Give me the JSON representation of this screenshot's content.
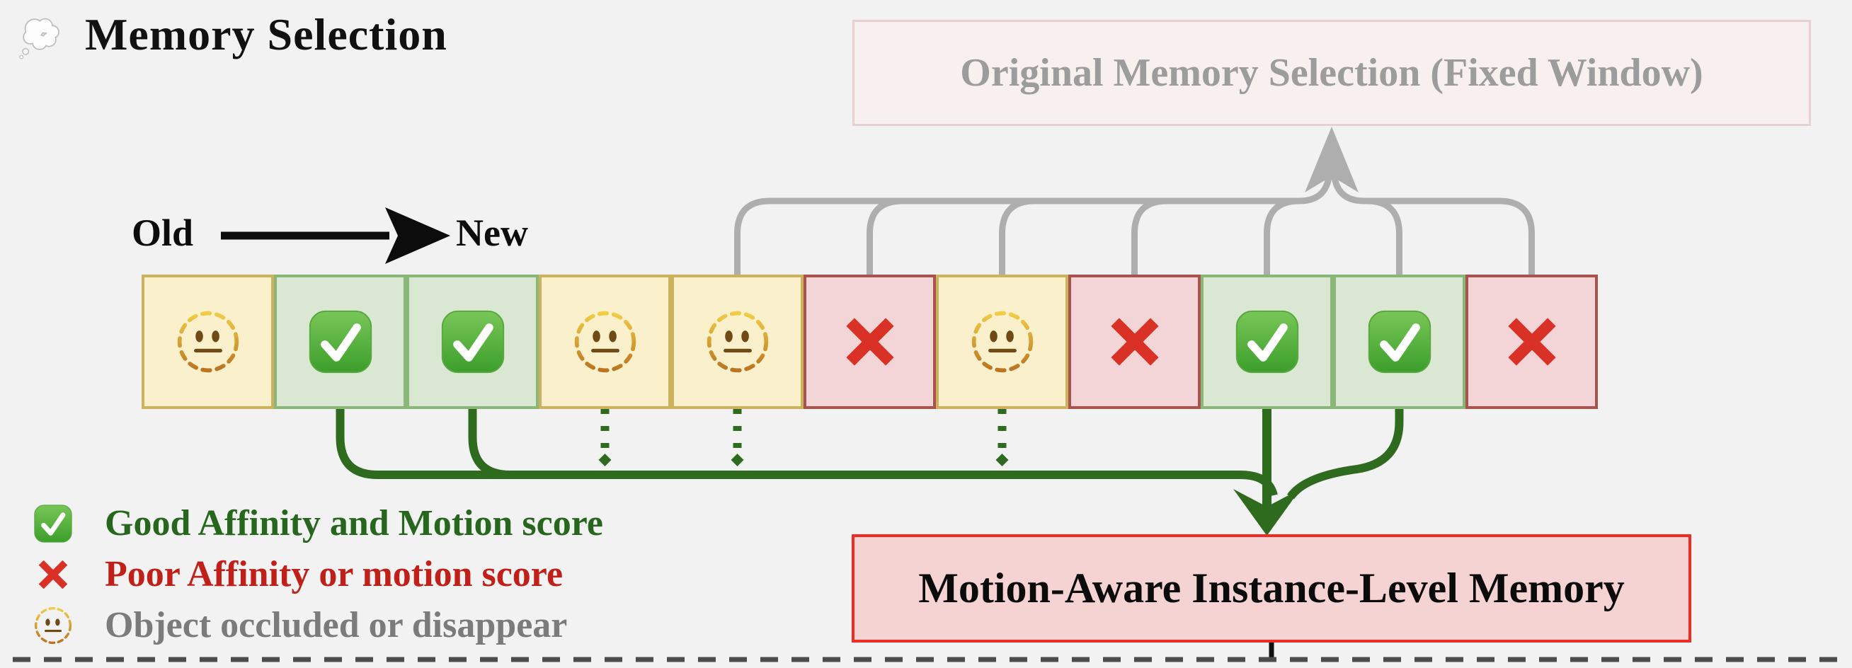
{
  "title": {
    "text": "Memory Selection",
    "icon": "thought-bubble-icon"
  },
  "fixed_window_box": {
    "label": "Original Memory Selection (Fixed Window)"
  },
  "timeline": {
    "old_label": "Old",
    "new_label": "New",
    "frames": [
      {
        "status": "occluded"
      },
      {
        "status": "good"
      },
      {
        "status": "good"
      },
      {
        "status": "occluded"
      },
      {
        "status": "occluded"
      },
      {
        "status": "poor"
      },
      {
        "status": "occluded"
      },
      {
        "status": "poor"
      },
      {
        "status": "good"
      },
      {
        "status": "good"
      },
      {
        "status": "poor"
      }
    ],
    "status_icons": {
      "good": "check-icon",
      "poor": "cross-icon",
      "occluded": "dashed-face-icon"
    }
  },
  "motion_memory_box": {
    "label": "Motion-Aware Instance-Level Memory"
  },
  "legend": {
    "items": [
      {
        "icon": "check-icon",
        "label": "Good Affinity and Motion score",
        "color": "#26671d"
      },
      {
        "icon": "cross-icon",
        "label": "Poor Affinity or motion score",
        "color": "#c1201a"
      },
      {
        "icon": "dashed-face-icon",
        "label": "Object occluded or disappear",
        "color": "#7b7b7b"
      }
    ]
  },
  "colors": {
    "background": "#f2f2f2",
    "good_fill": "#d9e7d3",
    "good_border": "#8ab678",
    "poor_fill": "#f3d4d7",
    "poor_border": "#a8534d",
    "occluded_fill": "#fbf0cc",
    "occluded_border": "#ccb25c",
    "selected_connector": "#2e6b1e",
    "fixed_window_connector": "#aeaeae",
    "fixed_window_box_fill": "#f8efef",
    "motion_box_fill": "#f5d3d3",
    "motion_box_border": "#f02b24"
  }
}
